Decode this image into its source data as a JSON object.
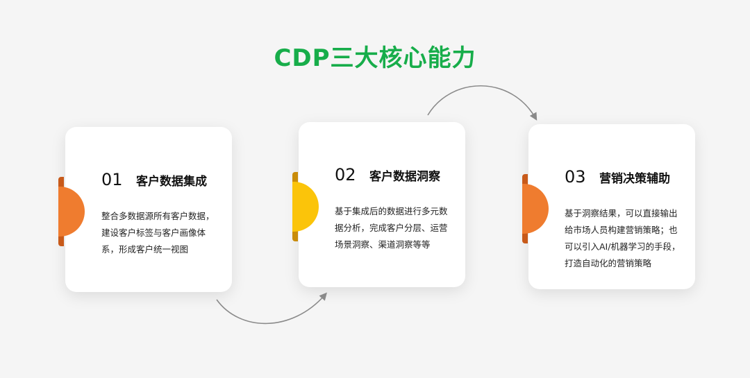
{
  "title": "CDP三大核心能力",
  "cards": [
    {
      "num": "01",
      "heading": "客户数据集成",
      "desc": "整合多数据源所有客户数据，建设客户标签与客户画像体系，形成客户统一视图",
      "color": "#ef7c2f",
      "strip_color": "#c85a1a"
    },
    {
      "num": "02",
      "heading": "客户数据洞察",
      "desc": "基于集成后的数据进行多元数据分析，完成客户分层、运营场景洞察、渠道洞察等等",
      "color": "#fbc40a",
      "strip_color": "#c98c0a"
    },
    {
      "num": "03",
      "heading": "营销决策辅助",
      "desc": "基于洞察结果，可以直接输出给市场人员构建营销策略；也可以引入AI/机器学习的手段，打造自动化的营销策略",
      "color": "#ef7c2f",
      "strip_color": "#c85a1a"
    }
  ],
  "arrow_color": "#8a8a8a"
}
